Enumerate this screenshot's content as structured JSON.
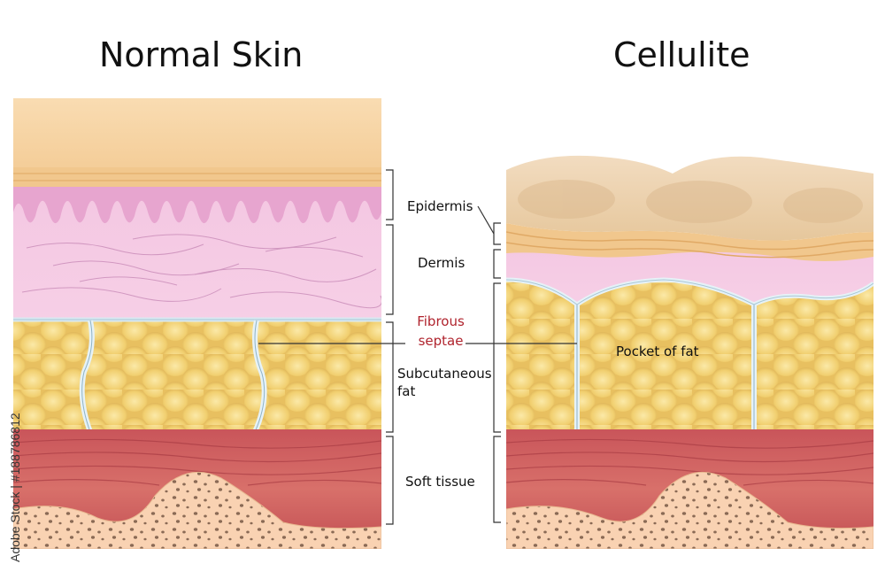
{
  "titles": {
    "left": "Normal Skin",
    "right": "Cellulite"
  },
  "labels": {
    "epidermis": "Epidermis",
    "dermis": "Dermis",
    "fibrous_septae_line1": "Fibrous",
    "fibrous_septae_line2": "septae",
    "subcutaneous_line1": "Subcutaneous",
    "subcutaneous_line2": "fat",
    "soft_tissue": "Soft tissue",
    "pocket_of_fat": "Pocket of fat"
  },
  "watermark": "Adobe Stock | #188786812",
  "colors": {
    "surface": "#f7d7aa",
    "epidermis_band": "#f0c588",
    "dermis": "#f2b8dc",
    "fat": "#f5d37a",
    "septae": "#e6f2f7",
    "muscle": "#cf5e5e",
    "bone": "#f8ccaa",
    "label_red": "#b0242e"
  }
}
